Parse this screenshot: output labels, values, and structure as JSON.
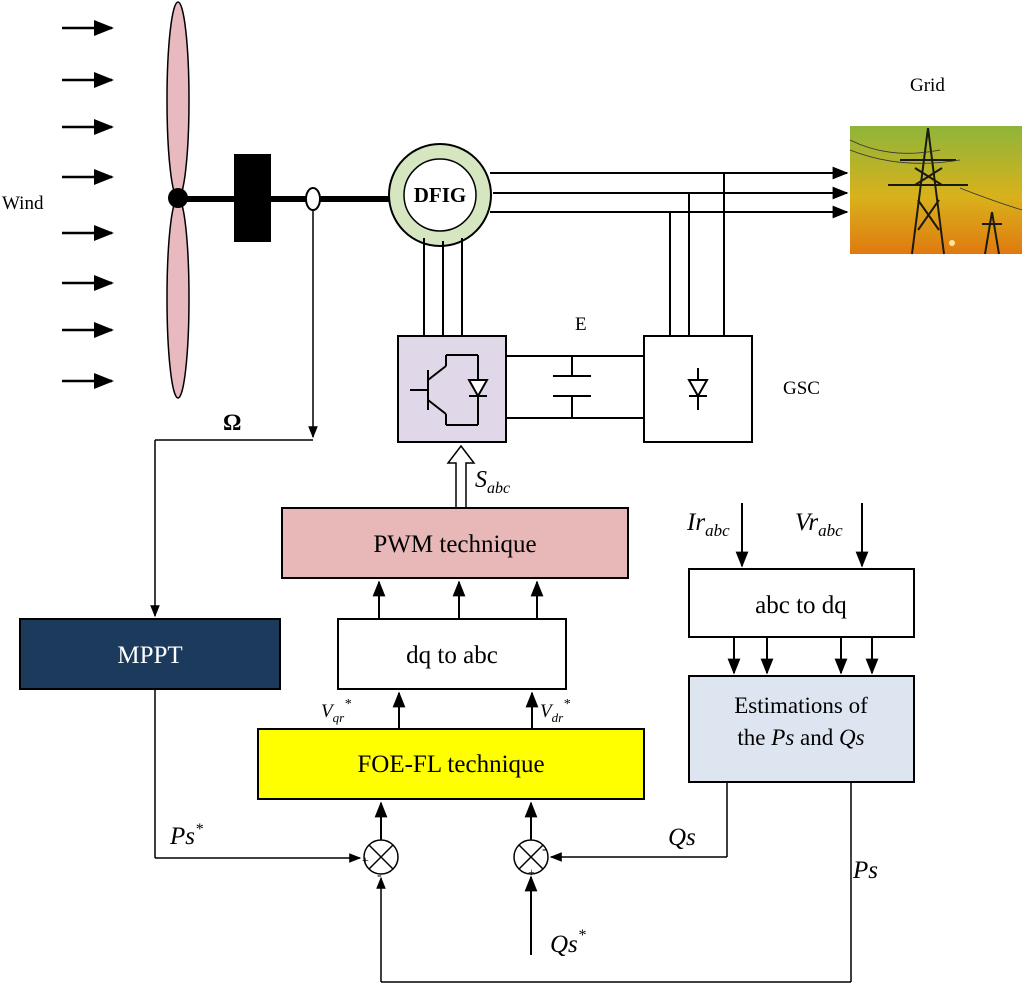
{
  "labels": {
    "wind": "Wind",
    "grid": "Grid",
    "dfig": "DFIG",
    "dc_link": "E",
    "gsc": "GSC",
    "omega": "Ω",
    "s_abc": {
      "main": "S",
      "sub": "abc"
    },
    "ir_abc": {
      "main": "Ir",
      "sub": "abc"
    },
    "vr_abc": {
      "main": "Vr",
      "sub": "abc"
    },
    "vqr_ref": {
      "main": "V",
      "sub": "qr",
      "sup": "*"
    },
    "vdr_ref": {
      "main": "V",
      "sub": "dr",
      "sup": "*"
    },
    "ps_ref": {
      "main": "Ps",
      "sup": "*"
    },
    "qs_ref": {
      "main": "Qs",
      "sup": "*"
    },
    "qs": "Qs",
    "ps": "Ps",
    "plus": "+",
    "minus": "-"
  },
  "blocks": {
    "pwm": "PWM technique",
    "mppt": "MPPT",
    "dq_to_abc": "dq to abc",
    "abc_to_dq": "abc to dq",
    "foe_fl": "FOE-FL technique",
    "estimations": {
      "line1": "Estimations of",
      "line2_prefix": "the ",
      "ps": "Ps",
      "and": " and ",
      "qs": "Qs"
    }
  },
  "colors": {
    "blade": "#e8b9bf",
    "dfig_ring": "#d6e6c0",
    "rsc_fill": "#e0d8e8",
    "pwm_fill": "#e8b8b8",
    "mppt_fill": "#1b3a5c",
    "foe_fill": "#ffff00",
    "estim_fill": "#dde6f0"
  }
}
